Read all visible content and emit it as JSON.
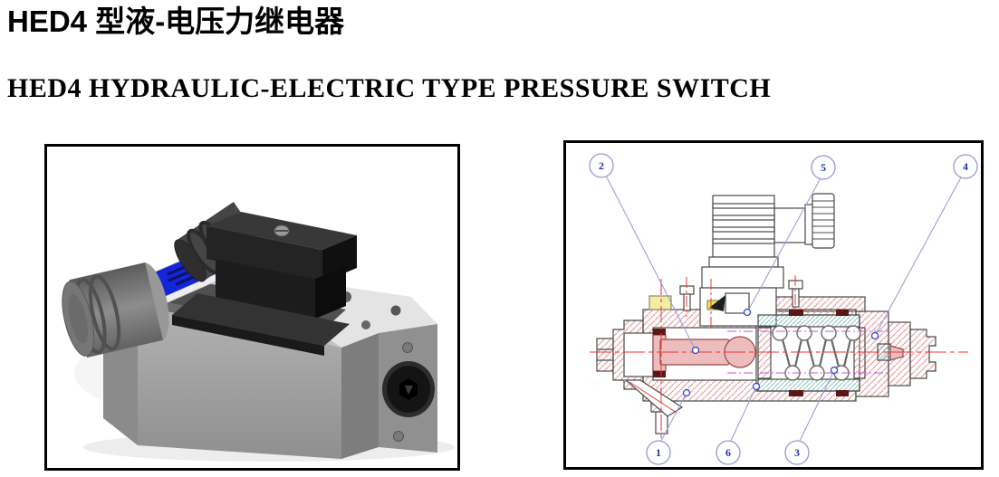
{
  "titles": {
    "zh": "HED4 型液-电压力继电器",
    "en": "HED4 HYDRAULIC-ELECTRIC TYPE PRESSURE SWITCH"
  },
  "figures": {
    "cross_section": {
      "callouts": [
        {
          "label": "1"
        },
        {
          "label": "2"
        },
        {
          "label": "3"
        },
        {
          "label": "4"
        },
        {
          "label": "5"
        },
        {
          "label": "6"
        }
      ]
    }
  },
  "colors": {
    "title_text": "#000000",
    "figure_border": "#000000",
    "label_plate_blue": "#1525d8",
    "connector_black": "#1f1f1f",
    "body_gray": "#a0a0a0",
    "hatch_pink": "#e59898",
    "hatch_teal": "#8fc4bc",
    "centerline_red": "#ee3333",
    "axis_magenta": "#cc55cc",
    "callout_stroke": "#9898d0",
    "callout_number_blue": "#2233aa",
    "plug_yellow": "#f2eda0",
    "seal_dark_red": "#5c1616"
  }
}
